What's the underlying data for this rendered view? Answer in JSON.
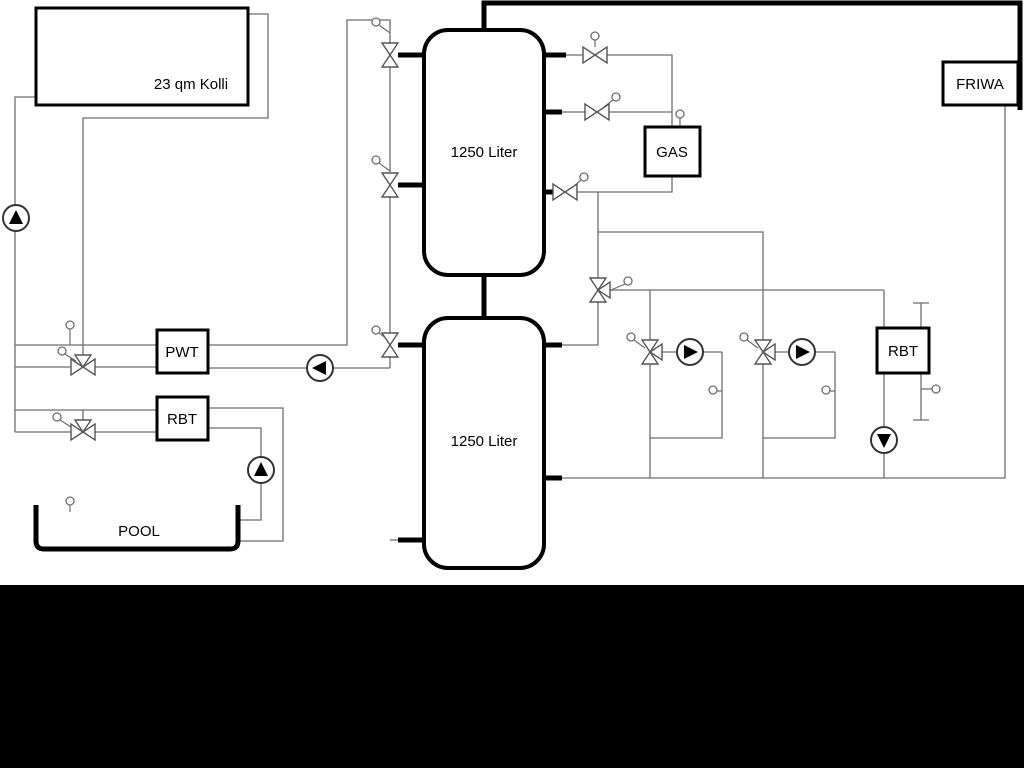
{
  "labels": {
    "collector": "23 qm Kolli",
    "buffer_tank_upper": "1250 Liter",
    "buffer_tank_lower": "1250 Liter",
    "gas_boiler": "GAS",
    "friwa": "FRIWA",
    "pwt": "PWT",
    "rbt_pool": "RBT",
    "rbt_right": "RBT",
    "pool": "POOL"
  },
  "colors": {
    "background": "#ffffff",
    "outline_black": "#000000",
    "pipe_gray": "#6e6e6e",
    "letterbox_black": "#000000"
  },
  "symbols": {
    "pump_icon": "circle with solid triangle showing flow direction",
    "valve_icon": "bowtie of hollow triangles (3-way where third triangle shown)",
    "sensor_icon": "small circle with stem",
    "tank_icon": "rounded rectangle storage tank",
    "pool_icon": "open-top basin"
  }
}
